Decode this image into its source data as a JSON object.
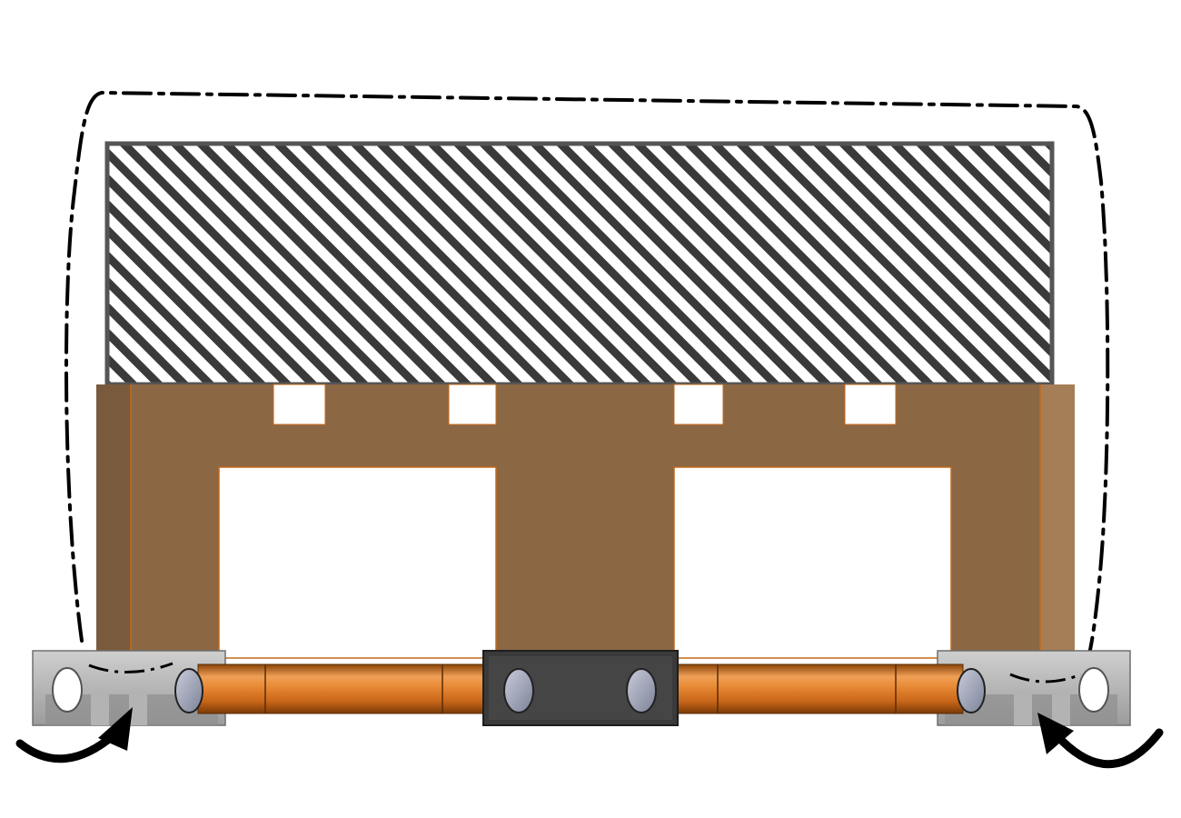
{
  "diagram": {
    "view": "front-elevation",
    "components": [
      {
        "id": "load-block",
        "fill": "hatched",
        "colors": {
          "stroke": "#555555",
          "hatch": "#3a3a3a",
          "background": "#ffffff"
        }
      },
      {
        "id": "support-frame",
        "colors": {
          "body": "#8b6744",
          "left-face": "#7a5a3c",
          "right-face": "#a57d57",
          "edge": "#c46a18"
        }
      },
      {
        "id": "shaft",
        "colors": {
          "light": "#f0a057",
          "mid": "#d4741f",
          "dark": "#8a4408"
        }
      },
      {
        "id": "center-coupler",
        "colors": {
          "body": "#3a3a3a",
          "bolt": "#9aa0b4"
        }
      },
      {
        "id": "end-bracket-left",
        "colors": {
          "body": "#b9b9b9",
          "dark": "#8e8e8e"
        }
      },
      {
        "id": "end-bracket-right",
        "colors": {
          "body": "#b9b9b9",
          "dark": "#8e8e8e"
        }
      },
      {
        "id": "envelope-outline",
        "style": "dash-dot"
      },
      {
        "id": "rotation-arrow-left",
        "direction": "clockwise"
      },
      {
        "id": "rotation-arrow-right",
        "direction": "counter-clockwise"
      }
    ]
  }
}
